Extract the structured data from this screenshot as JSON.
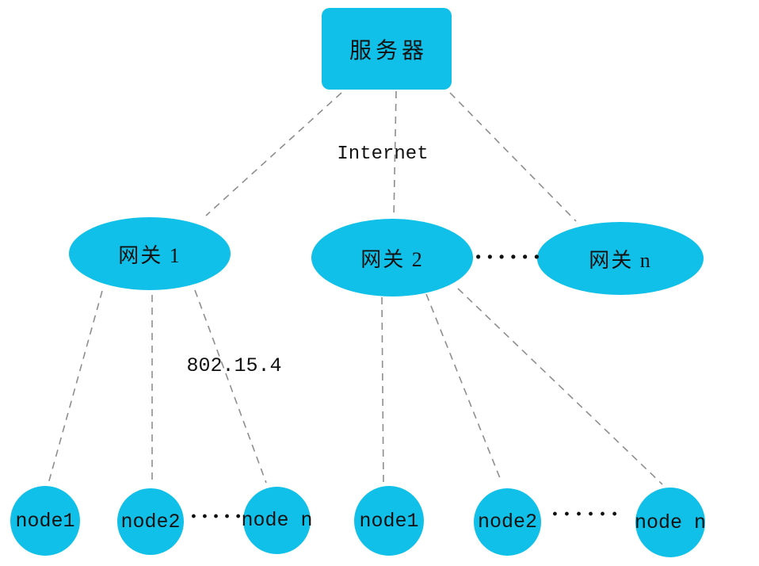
{
  "diagram": {
    "title_semantics": "wireless-sensor-network-topology",
    "colors": {
      "shape_fill": "#10c0e8",
      "line": "#8e8e8e",
      "text": "#111111",
      "background": "#ffffff"
    },
    "server": {
      "label": "服务器"
    },
    "labels": {
      "internet": "Internet",
      "protocol": "802.15.4"
    },
    "gateways": [
      {
        "label": "网关 1"
      },
      {
        "label": "网关 2"
      },
      {
        "label": "网关 n"
      }
    ],
    "gateway_ellipsis": "......",
    "node_groups": [
      {
        "nodes": [
          {
            "label": "node1"
          },
          {
            "label": "node2"
          },
          {
            "label": "node n"
          }
        ],
        "ellipsis": "....."
      },
      {
        "nodes": [
          {
            "label": "node1"
          },
          {
            "label": "node2"
          },
          {
            "label": "node n"
          }
        ],
        "ellipsis": "......"
      }
    ]
  }
}
